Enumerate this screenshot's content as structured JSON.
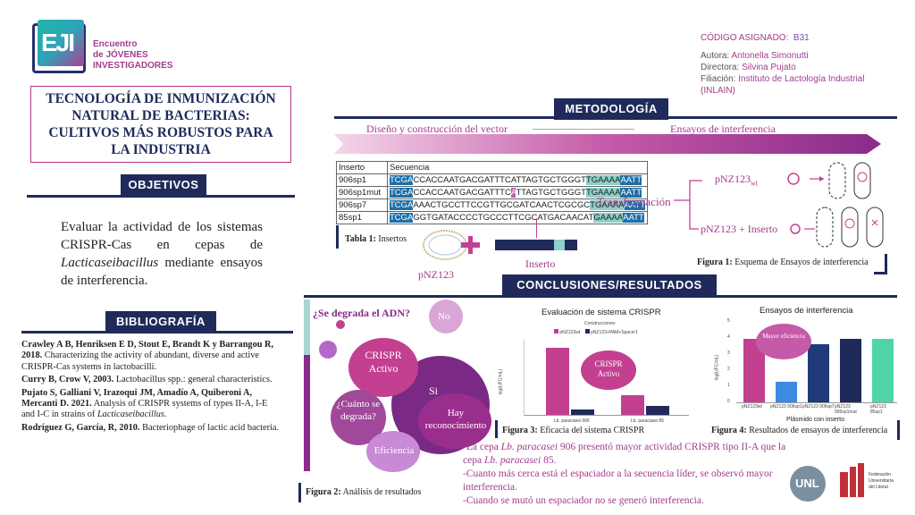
{
  "logo": {
    "letters": "EJI",
    "line1": "Encuentro",
    "line2": "de JÓVENES",
    "line3": "INVESTIGADORES"
  },
  "title": "TECNOLOGÍA DE INMUNIZACIÓN NATURAL DE BACTERIAS: CULTIVOS MÁS ROBUSTOS PARA LA INDUSTRIA",
  "info": {
    "code_label": "CÓDIGO ASIGNADO:",
    "code_value": "B31",
    "author_label": "Autora:",
    "author_value": "Antonella Simonutti",
    "director_label": "Directora:",
    "director_value": "Silvina Pujato",
    "affil_label": "Filiación:",
    "affil_value": "Instituto de Lactología Industrial (INLAIN)"
  },
  "objetivos": {
    "heading": "OBJETIVOS",
    "text_before": "Evaluar la actividad de los sistemas CRISPR-Cas en cepas de",
    "text_italic": "Lacticaseibacillus",
    "text_after": "mediante ensayos de interferencia."
  },
  "bibliografia": {
    "heading": "BIBLIOGRAFÍA",
    "refs": [
      {
        "bold": "Crawley A B, Henriksen E D, Stout E, Brandt K y Barrangou R, 2018.",
        "rest": "Characterizing the activity of abundant, diverse and active CRISPR-Cas systems in lactobacilli."
      },
      {
        "bold": "Curry B, Crow V, 2003.",
        "rest": "Lactobacillus spp.: general characteristics."
      },
      {
        "bold": "Pujato S, Galliani V, Irazoqui JM, Amadío A, Quiberoni A, Mercanti D. 2021.",
        "rest": "Analysis of CRISPR systems of types II-A, I-E and I-C in strains of",
        "italic": "Lacticaseibacillus."
      },
      {
        "bold": "Rodríguez G, García, R, 2010.",
        "rest": "Bacteriophage of lactic acid bacteria."
      }
    ]
  },
  "metodologia": {
    "heading": "METODOLOGÍA",
    "step1": "Diseño y construcción del vector",
    "step2": "Ensayos de interferencia",
    "table_headers": [
      "Inserto",
      "Secuencia"
    ],
    "rows": [
      {
        "name": "906sp1",
        "a": "TCGA",
        "b": "CCACCAATGACGATTTCATTAGTGCTGGGT",
        "c": "TGAAAA",
        "d": "AATT"
      },
      {
        "name": "906sp1mut",
        "a": "TCGA",
        "b": "CCACCAATGACGATTTC",
        "m": "A",
        "b2": "TTAGTGCTGGGT",
        "c": "TGAAAA",
        "d": "AATT"
      },
      {
        "name": "906sp7",
        "a": "TCGA",
        "b": "AAACTGCCTTCCGTTGCGATCAACTCGCGC",
        "c": "TGAAAA",
        "d": "AATT"
      },
      {
        "name": "85sp1",
        "a": "TCGA",
        "b": "GGTGATACCCCTGCCCTTCGCATGACAACAT",
        "c": "GAAAA",
        "d": "AATT"
      }
    ],
    "tabla_bold": "Tabla 1:",
    "tabla_text": "Insertos",
    "plasmid": "pNZ123",
    "inserto": "Inserto",
    "transformacion": "Transformación",
    "pnz_wt": "pNZ123",
    "pnz_wt_sub": "wt",
    "pnz_ins": "pNZ123 + Inserto",
    "fig1_bold": "Figura 1:",
    "fig1_text": "Esquema de Ensayos de interferencia"
  },
  "conclusiones": {
    "heading": "CONCLUSIONES/RESULTADOS",
    "question": "¿Se degrada el ADN?",
    "no": "No",
    "crispr_activo": "CRISPR Activo",
    "si": "Si",
    "cuanto": "¿Cuánto se degrada?",
    "hay_recon": "Hay reconocimiento",
    "eficiencia": "Eficiencia",
    "fig2_bold": "Figura 2:",
    "fig2_text": "Análisis de resultados",
    "fig3_bold": "Figura 3:",
    "fig3_text": "Eficacia del sistema CRISPR",
    "fig4_bold": "Figura 4:",
    "fig4_text": "Resultados de ensayos de interferencia",
    "c1_a": "-La cepa",
    "c1_i": "Lb. paracasei",
    "c1_b": "906 presentó mayor actividad CRISPR tipo II-A que la cepa",
    "c1_i2": "Lb. paracasei",
    "c1_c": "85.",
    "c2": "-Cuanto más cerca está el espaciador a la secuencia líder, se observó mayor interferencia.",
    "c3": "-Cuando se mutó un espaciador no se generó interferencia."
  },
  "chart3": {
    "title": "Evaluación de sistema CRISPR",
    "subtitle": "Construcciones",
    "legend": [
      "pNZ123wt",
      "pNZ123+PAM+Spacer1"
    ],
    "ylabel": "log(UFC/mL)",
    "bubble": "CRISPR Activo",
    "categories": [
      "Lb. paracasei 906",
      "Lb. paracasei 85"
    ]
  },
  "chart4": {
    "title": "Ensayos de interferencia",
    "ylabel": "log(UFC/mL)",
    "xlabel": "Plásmido con inserto",
    "bubble": "Mayor eficiencia",
    "categories": [
      "pNZ123wt",
      "pNZ123 906sp1",
      "pNZ123 906sp7",
      "pNZ123 906sp1mut",
      "pNZ123 85sp1"
    ],
    "yticks": [
      "0",
      "1",
      "2",
      "3",
      "4",
      "5"
    ]
  },
  "chart_data": [
    {
      "type": "bar",
      "title": "Evaluación de sistema CRISPR",
      "categories": [
        "Lb. paracasei 906",
        "Lb. paracasei 85"
      ],
      "series": [
        {
          "name": "pNZ123wt",
          "values": [
            4.0,
            1.2
          ]
        },
        {
          "name": "pNZ123+PAM+Spacer1",
          "values": [
            0.3,
            0.55
          ]
        }
      ],
      "ylabel": "log(UFC/mL)",
      "ylim": [
        0,
        4.5
      ],
      "colors": [
        "#c2408f",
        "#1f2a5a"
      ]
    },
    {
      "type": "bar",
      "title": "Ensayos de interferencia",
      "categories": [
        "pNZ123wt",
        "pNZ123 906sp1",
        "pNZ123 906sp7",
        "pNZ123 906sp1mut",
        "pNZ123 85sp1"
      ],
      "values": [
        3.95,
        1.3,
        3.6,
        3.95,
        3.95
      ],
      "xlabel": "Plásmido con inserto",
      "ylabel": "log(UFC/mL)",
      "ylim": [
        0,
        5
      ],
      "colors": [
        "#c2408f",
        "#3b8be0",
        "#1f3a78",
        "#1f2a5a",
        "#4fd6a8"
      ]
    }
  ],
  "logos": {
    "unl": "UNL",
    "fed_line1": "Federación",
    "fed_line2": "Universitaria",
    "fed_line3": "del Litoral"
  }
}
